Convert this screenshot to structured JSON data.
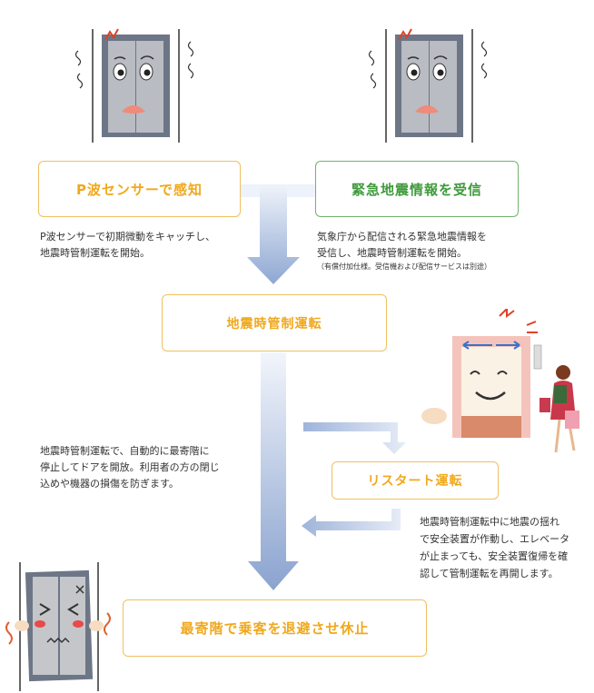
{
  "boxes": {
    "p_wave": "P波センサーで感知",
    "eew": "緊急地震情報を受信",
    "control": "地震時管制運転",
    "restart": "リスタート運転",
    "final": "最寄階で乗客を退避させ休止"
  },
  "texts": {
    "p_wave_desc_1": "P波センサーで初期微動をキャッチし、",
    "p_wave_desc_2": "地震時管制運転を開始。",
    "eew_desc_1": "気象庁から配信される緊急地震情報を",
    "eew_desc_2": "受信し、地震時管制運転を開始。",
    "eew_note": "（有償付加仕様。受信機および配信サービスは別途）",
    "control_desc_1": "地震時管制運転で、自動的に最寄階に",
    "control_desc_2": "停止してドアを開放。利用者の方の閉じ",
    "control_desc_3": "込めや機器の損傷を防ぎます。",
    "restart_desc_1": "地震時管制運転中に地震の揺れ",
    "restart_desc_2": "で安全装置が作動し、エレベータ",
    "restart_desc_3": "が止まっても、安全装置復帰を確",
    "restart_desc_4": "認して管制運転を再開します。"
  },
  "colors": {
    "box_border": "#f0c060",
    "box_text": "#f0a81c",
    "green_border": "#6fb46c",
    "green_text": "#3f9a3c",
    "arrow_dark": "#8aa3cf",
    "arrow_light": "#e8eef8"
  },
  "icons": [
    "worried-elevator-icon",
    "happy-elevator-icon",
    "woman-shopper-icon",
    "dizzy-elevator-icon"
  ]
}
